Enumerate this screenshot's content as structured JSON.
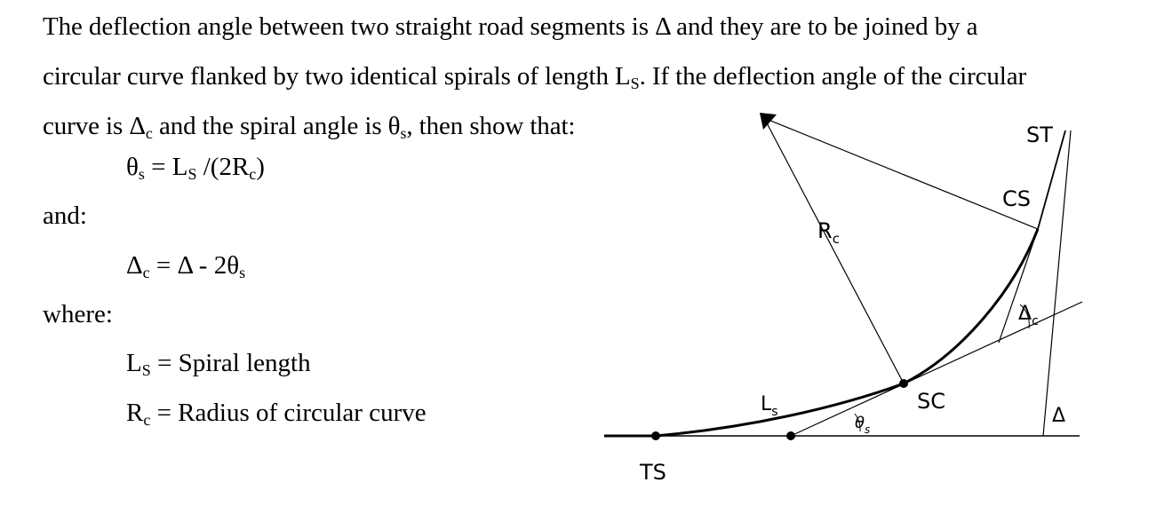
{
  "intro": {
    "line1": "The deflection angle between two straight road segments is Δ and they are to be joined by a",
    "line2": "circular curve flanked by two identical spirals of length L",
    "line2_sub": "S",
    "line2_end": ". If the deflection angle of the circular",
    "line3a": "curve is Δ",
    "line3_sub": "c",
    "line3b": " and the spiral angle is θ",
    "line3_sub2": "s",
    "line3c": ", then show that:"
  },
  "equations": {
    "eq1_a": "θ",
    "eq1_a_sub": "s",
    "eq1_b": " = L",
    "eq1_b_sub": "S",
    "eq1_c": " /(2R",
    "eq1_c_sub": "c",
    "eq1_d": ")",
    "and_label": "and:",
    "eq2_a": "Δ",
    "eq2_a_sub": "c",
    "eq2_b": " = Δ - 2θ",
    "eq2_b_sub": "s",
    "where_label": "where:",
    "def1_a": "L",
    "def1_a_sub": "S",
    "def1_b": " = Spiral length",
    "def2_a": "R",
    "def2_a_sub": "c",
    "def2_b": " = Radius of circular curve"
  },
  "diagram": {
    "label_st": "ST",
    "label_cs": "CS",
    "label_sc": "SC",
    "label_ts": "TS",
    "label_rc": "R",
    "label_rc_sub": "c",
    "label_ls": "L",
    "label_ls_sub": "s",
    "label_theta": "θ",
    "label_theta_sub": "s",
    "label_delta_c": "Δ",
    "label_delta_c_sub": "c",
    "label_delta": "Δ"
  }
}
